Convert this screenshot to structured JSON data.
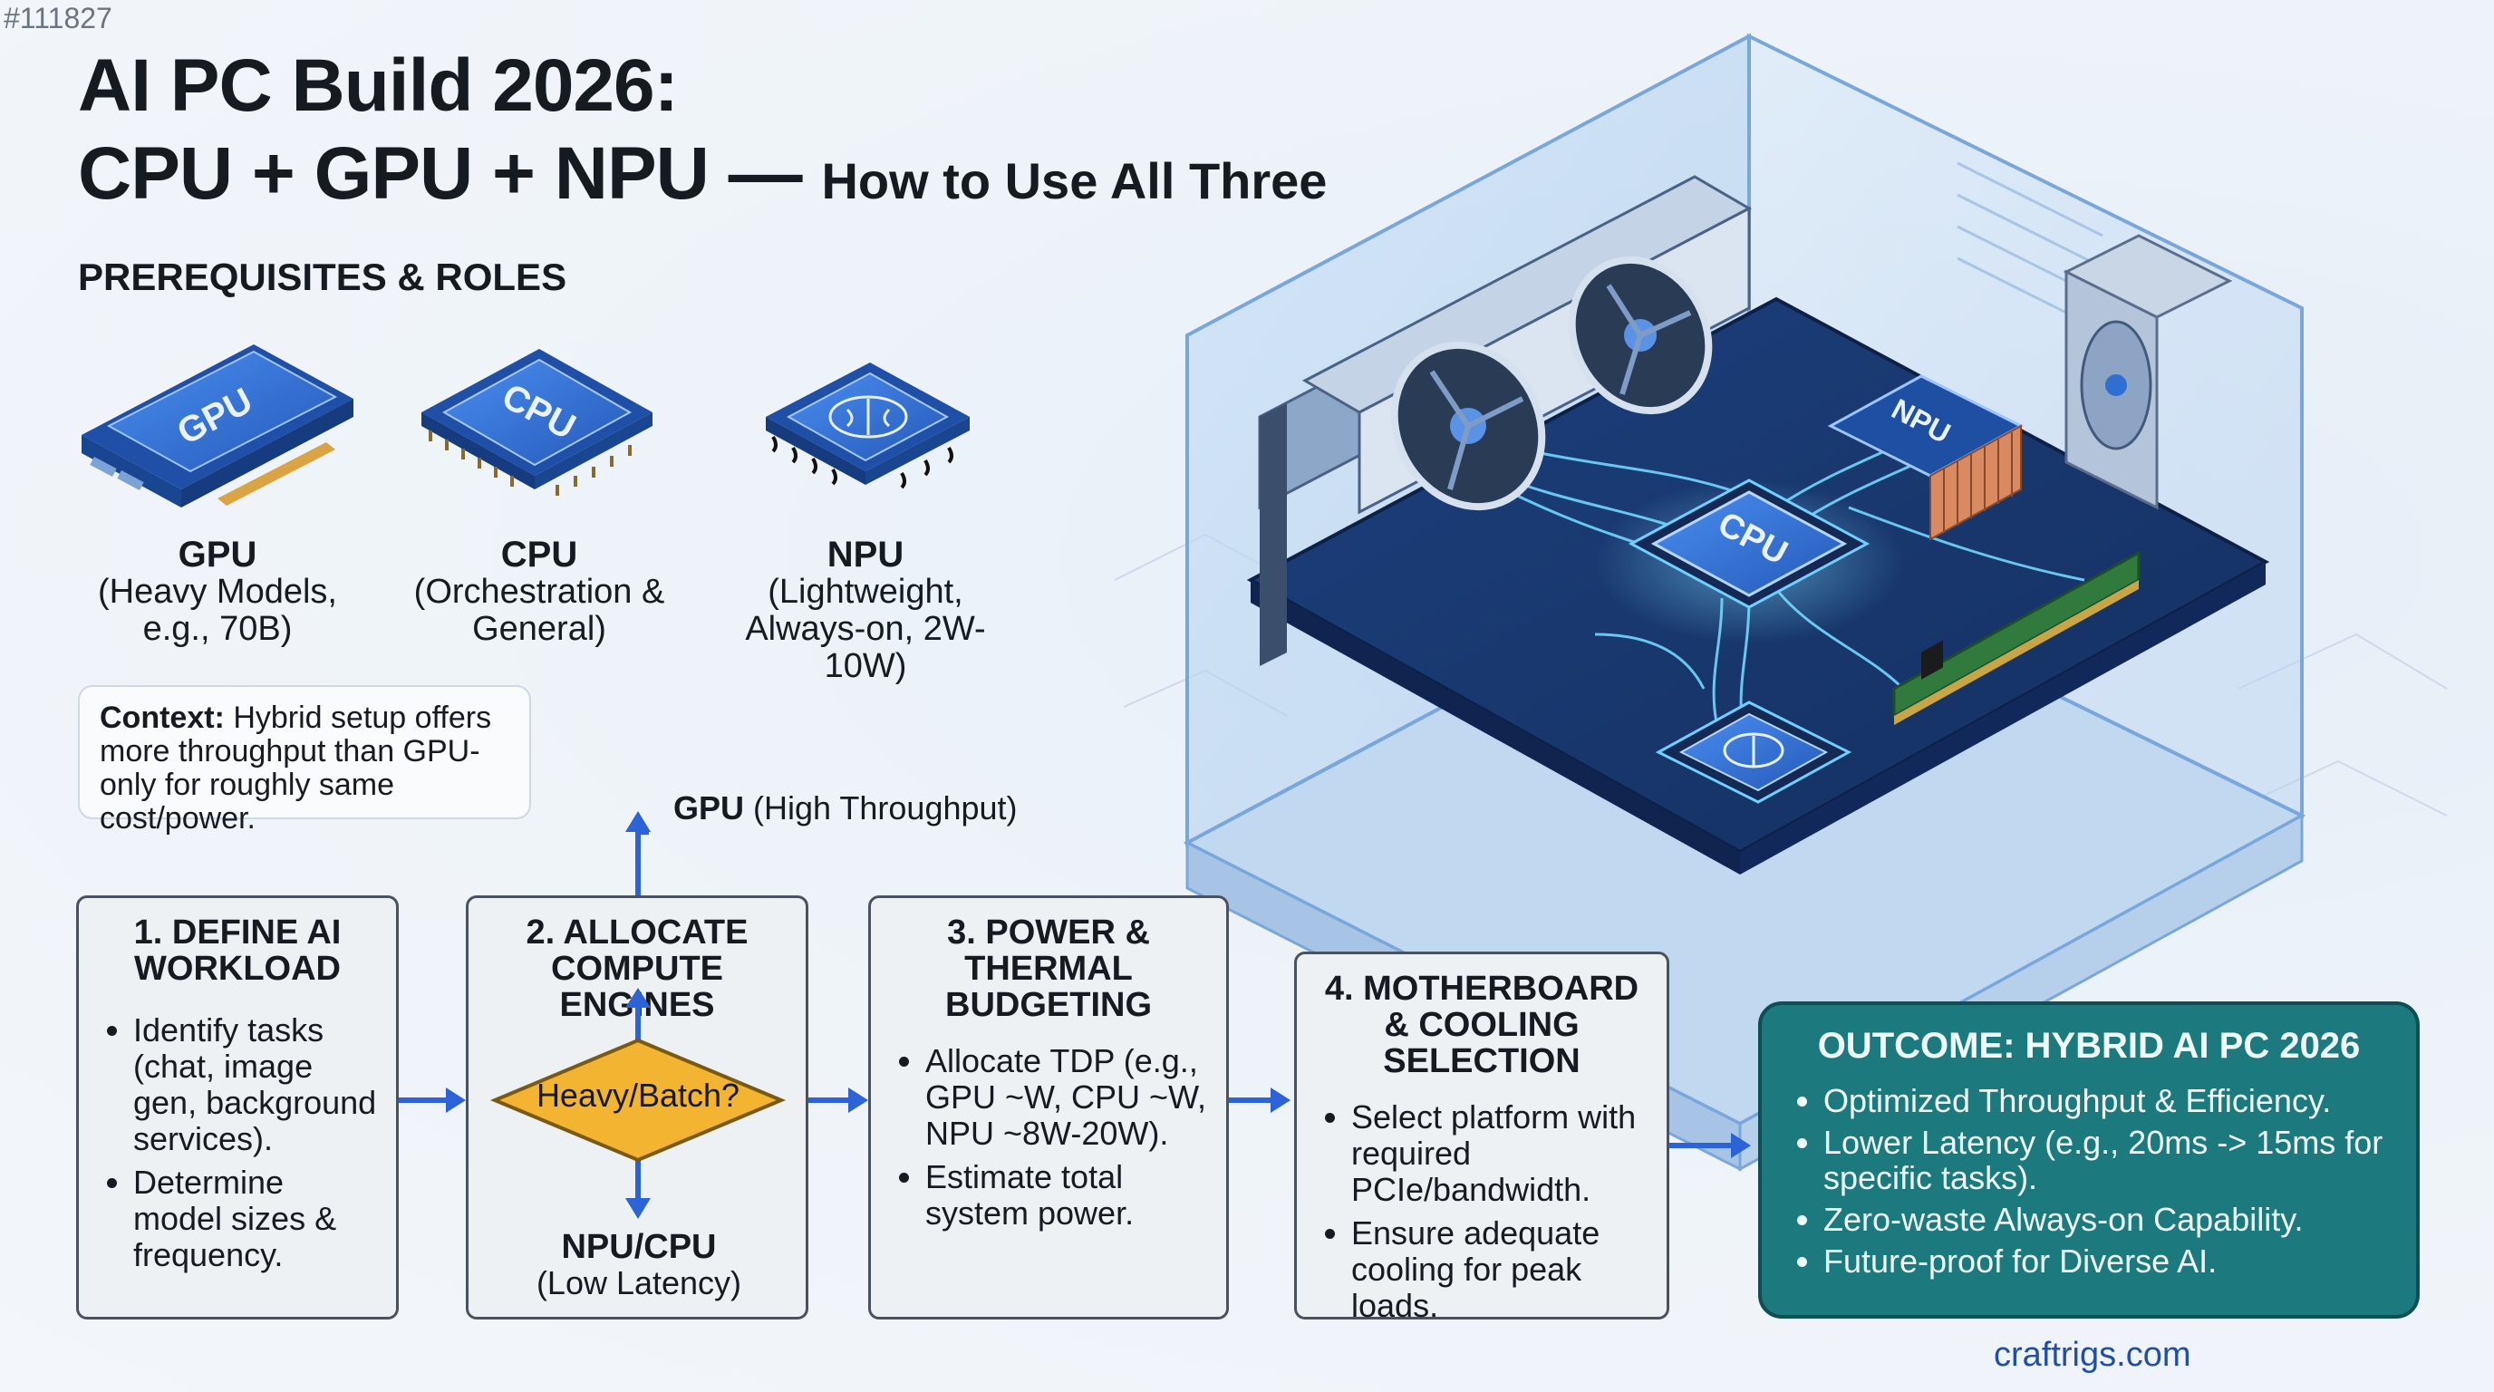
{
  "ref": "#111827",
  "title": {
    "line1": "AI PC Build 2026:",
    "line2": "CPU + GPU + NPU —",
    "line2_sub": "How to Use All Three"
  },
  "section": "PREREQUISITES & ROLES",
  "chips": [
    {
      "chip_text": "GPU",
      "name": "GPU",
      "desc": "(Heavy Models, e.g., 70B)"
    },
    {
      "chip_text": "CPU",
      "name": "CPU",
      "desc": "(Orchestration & General)"
    },
    {
      "chip_text": "",
      "name": "NPU",
      "desc": "(Lightweight, Always-on, 2W-10W)"
    }
  ],
  "context": {
    "label": "Context:",
    "text": "Hybrid setup offers more throughput than GPU-only for roughly same cost/power."
  },
  "steps": [
    {
      "title": "1. DEFINE AI WORKLOAD",
      "items": [
        "Identify tasks (chat, image gen, background services).",
        "Determine model sizes & frequency."
      ]
    },
    {
      "title": "2. ALLOCATE COMPUTE ENGINES",
      "items": []
    },
    {
      "title": "3. POWER & THERMAL BUDGETING",
      "items": [
        "Allocate TDP (e.g., GPU ~W, CPU ~W, NPU ~8W-20W).",
        "Estimate total system power."
      ]
    },
    {
      "title": "4. MOTHERBOARD & COOLING SELECTION",
      "items": [
        "Select platform with required PCIe/bandwidth.",
        "Ensure adequate cooling for peak loads."
      ]
    }
  ],
  "decision": {
    "question": "Heavy/Batch?",
    "yes_label": "GPU",
    "yes_detail": "(High Throughput)",
    "no_label": "NPU/CPU",
    "no_detail": "(Low Latency)"
  },
  "power_icons": [
    "plug-icon",
    "lightning-icon",
    "thermometer-icon"
  ],
  "outcome": {
    "title": "OUTCOME: HYBRID AI PC 2026",
    "items": [
      "Optimized Throughput & Efficiency.",
      "Lower Latency (e.g., 20ms -> 15ms for specific tasks).",
      "Zero-waste Always-on Capability.",
      "Future-proof for Diverse AI."
    ]
  },
  "illustration": {
    "gpu_label": "",
    "cpu_label": "CPU",
    "npu_label": "NPU"
  },
  "credit": "craftrigs.com",
  "colors": {
    "chip_blue": "#2f6fd1",
    "arrow_blue": "#2c63d6",
    "diamond": "#f2b431",
    "outcome_teal": "#1c7a7e",
    "step_border": "#4a5260"
  }
}
